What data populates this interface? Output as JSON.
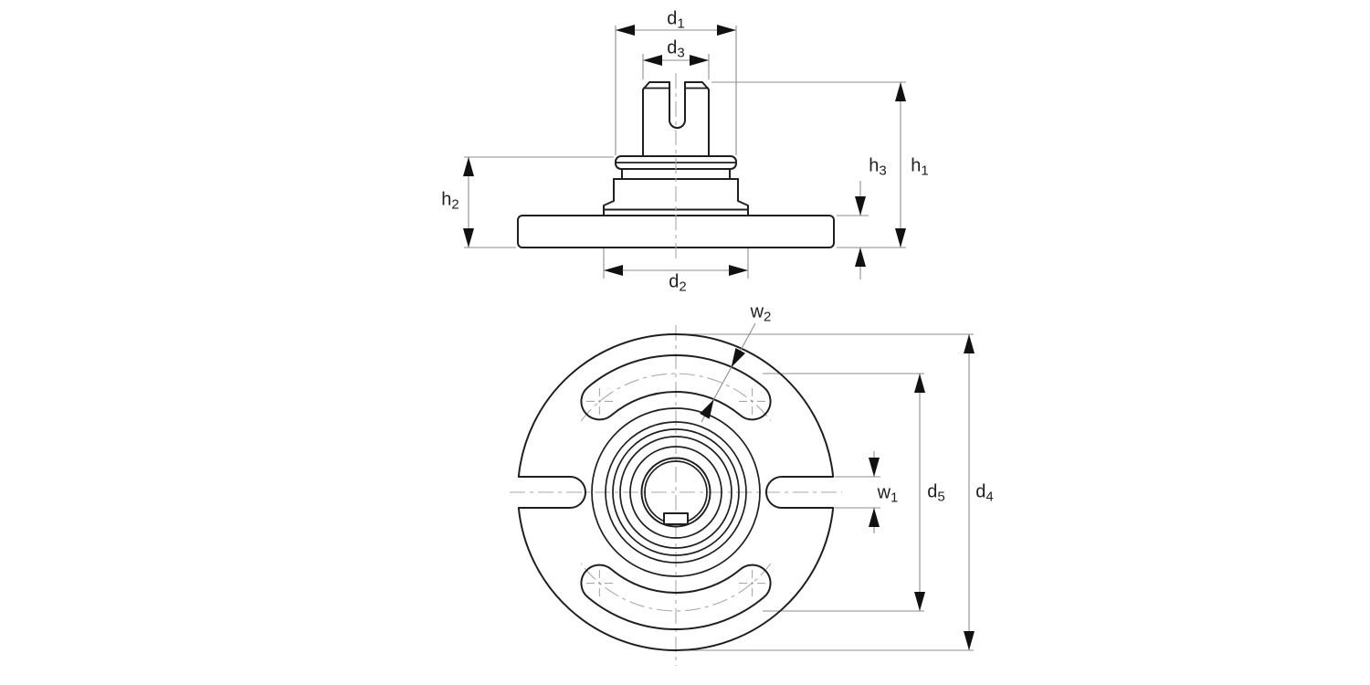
{
  "drawing": {
    "labels": {
      "d1": {
        "base": "d",
        "sub": "1"
      },
      "d2": {
        "base": "d",
        "sub": "2"
      },
      "d3": {
        "base": "d",
        "sub": "3"
      },
      "d4": {
        "base": "d",
        "sub": "4"
      },
      "d5": {
        "base": "d",
        "sub": "5"
      },
      "h1": {
        "base": "h",
        "sub": "1"
      },
      "h2": {
        "base": "h",
        "sub": "2"
      },
      "h3": {
        "base": "h",
        "sub": "3"
      },
      "w1": {
        "base": "w",
        "sub": "1"
      },
      "w2": {
        "base": "w",
        "sub": "2"
      }
    },
    "colors": {
      "outline": "#1f1f1f",
      "dimension_line": "#8e8e8e",
      "centerline": "#a9a9a9",
      "arrow": "#111111",
      "background": "#ffffff"
    }
  }
}
